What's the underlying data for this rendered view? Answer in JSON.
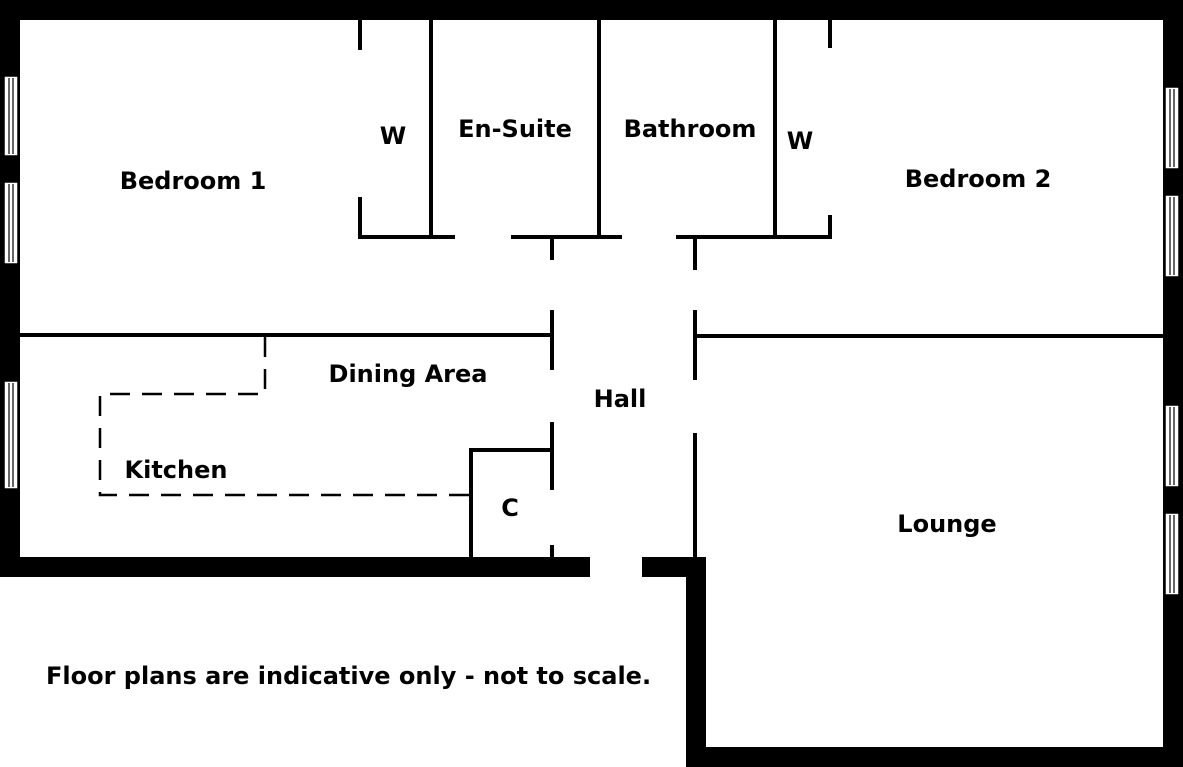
{
  "rooms": {
    "bedroom1": "Bedroom 1",
    "wardrobe1": "W",
    "ensuite": "En-Suite",
    "bathroom": "Bathroom",
    "wardrobe2": "W",
    "bedroom2": "Bedroom 2",
    "dining": "Dining Area",
    "hall": "Hall",
    "kitchen": "Kitchen",
    "cupboard": "C",
    "lounge": "Lounge"
  },
  "disclaimer": "Floor plans are indicative only - not to scale.",
  "colors": {
    "wall": "#000000",
    "background": "#ffffff"
  }
}
